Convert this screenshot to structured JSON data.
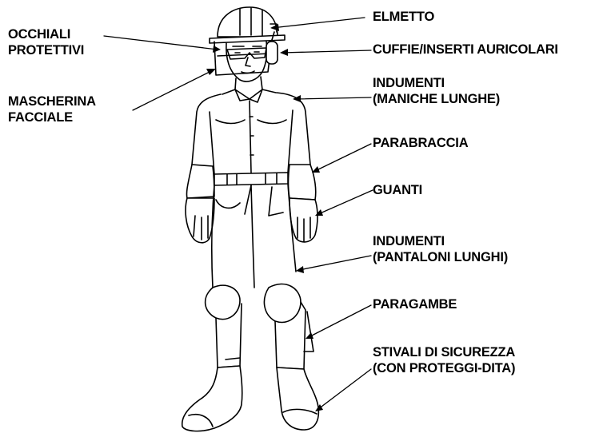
{
  "colors": {
    "ink": "#000000",
    "background": "#ffffff"
  },
  "labels": {
    "elmetto": [
      "ELMETTO"
    ],
    "cuffie": [
      "CUFFIE/INSERTI AURICOLARI"
    ],
    "occhiali": [
      "OCCHIALI",
      "PROTETTIVI"
    ],
    "mascherina": [
      "MASCHERINA",
      "FACCIALE"
    ],
    "indumenti_maniche": [
      "INDUMENTI",
      "(MANICHE LUNGHE)"
    ],
    "parabraccia": [
      "PARABRACCIA"
    ],
    "guanti": [
      "GUANTI"
    ],
    "indumenti_pantaloni": [
      "INDUMENTI",
      "(PANTALONI LUNGHI)"
    ],
    "paragambe": [
      "PARAGAMBE"
    ],
    "stivali": [
      "STIVALI DI SICUREZZA",
      "(CON PROTEGGI-DITA)"
    ]
  }
}
